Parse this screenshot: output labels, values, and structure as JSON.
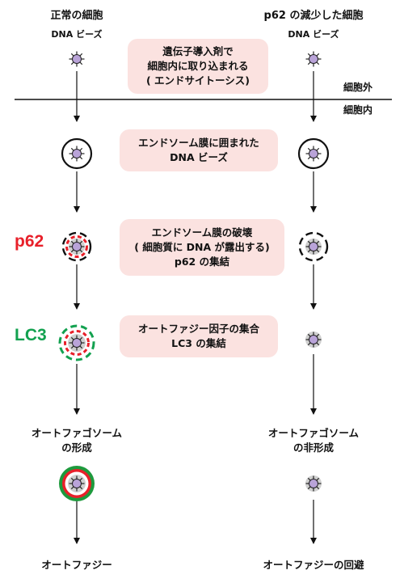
{
  "left_column": {
    "title": "正常の細胞",
    "bead_label": "DNA ビーズ",
    "marker_p62": "p62",
    "marker_lc3": "LC3",
    "stage_formation": [
      "オートファゴソーム",
      "の形成"
    ],
    "outcome": "オートファジー"
  },
  "right_column": {
    "title": "p62 の減少した細胞",
    "bead_label": "DNA ビーズ",
    "stage_formation": [
      "オートファゴソーム",
      "の非形成"
    ],
    "outcome": "オートファジーの回避"
  },
  "membrane": {
    "outside_label": "細胞外",
    "inside_label": "細胞内"
  },
  "steps": [
    [
      "遺伝子導入剤で",
      "細胞内に取り込まれる",
      "( エンドサイトーシス)"
    ],
    [
      "エンドソーム膜に囲まれた",
      "DNA ビーズ"
    ],
    [
      "エンドソーム膜の破壊",
      "( 細胞質に DNA が露出する)",
      "p62 の集結"
    ],
    [
      "オートファジー因子の集合",
      "LC3 の集結"
    ]
  ],
  "colors": {
    "p62": "#e8202a",
    "lc3": "#12a14f",
    "step_box": "#fbe2e0",
    "bead": "#b9a3d8"
  }
}
